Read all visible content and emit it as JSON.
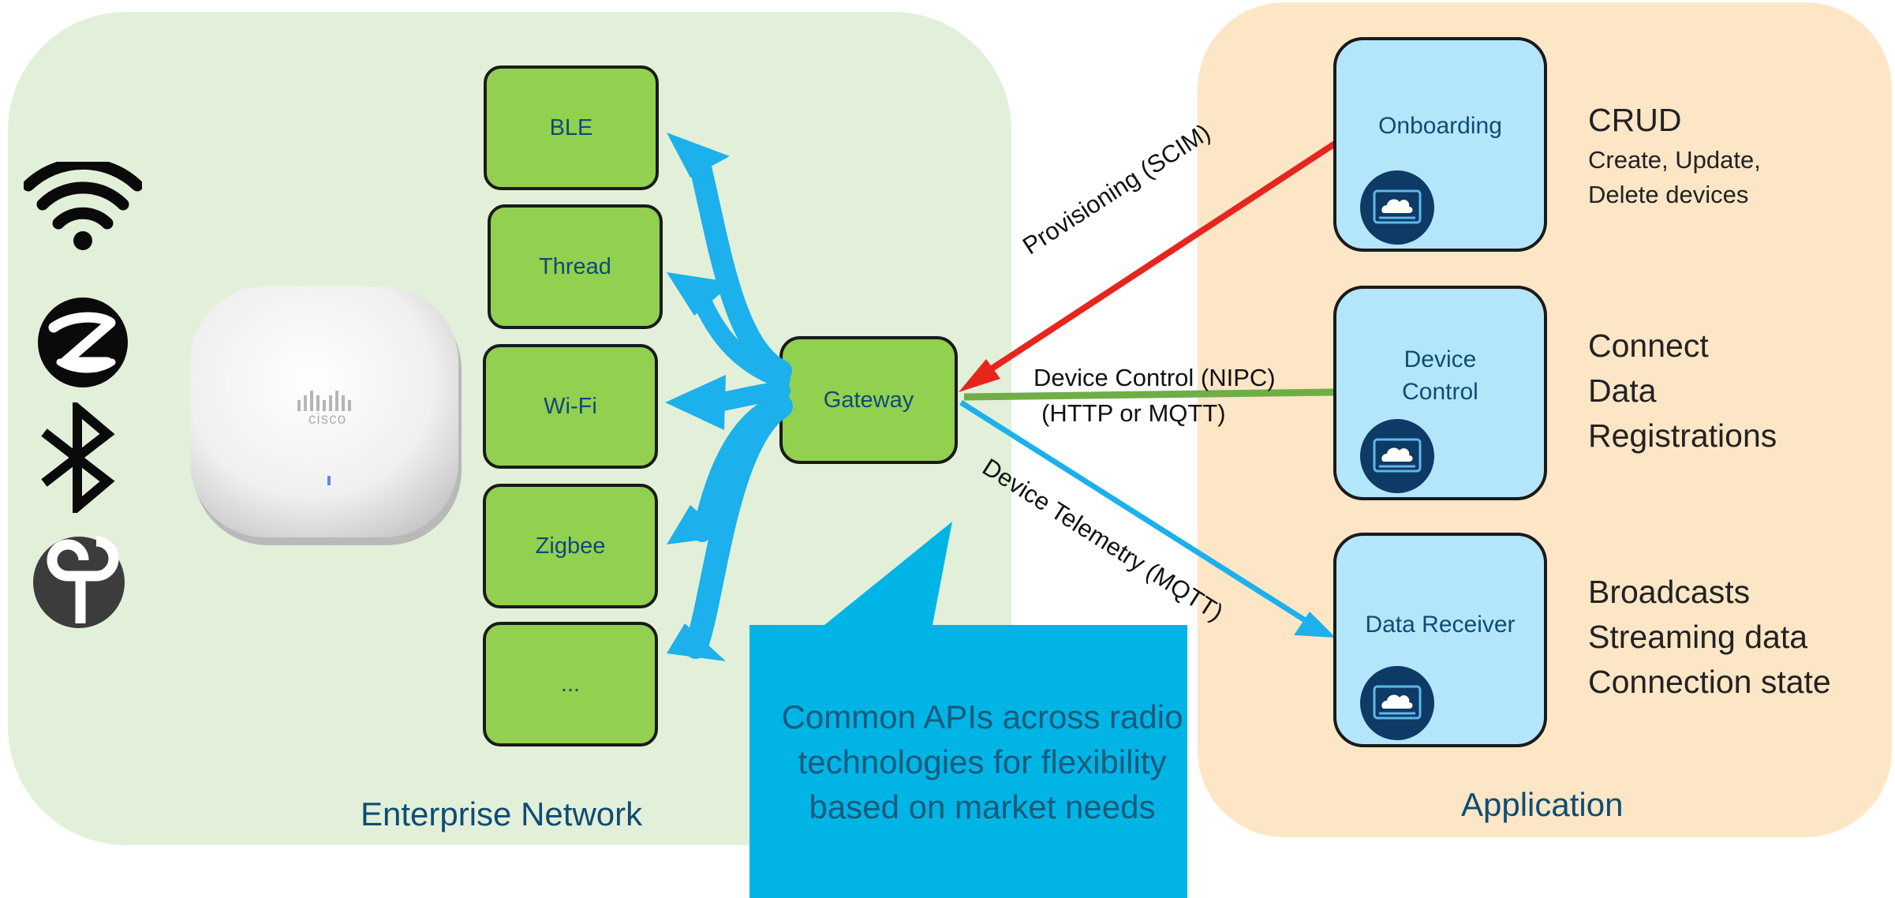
{
  "radios": [
    "BLE",
    "Thread",
    "Wi-Fi",
    "Zigbee",
    "..."
  ],
  "gateway": "Gateway",
  "apps": {
    "onboarding": [
      "Onboarding"
    ],
    "device_control": [
      "Device",
      "Control"
    ],
    "data_receiver": [
      "Data Receiver"
    ]
  },
  "side_texts": {
    "onboarding": [
      "CRUD",
      "Create, Update,",
      "Delete devices"
    ],
    "device_control": [
      "Connect",
      "Data",
      "Registrations"
    ],
    "data_receiver": [
      "Broadcasts",
      "Streaming data",
      "Connection state"
    ]
  },
  "connections": {
    "provisioning": "Provisioning (SCIM)",
    "control_line1": "Device Control (NIPC)",
    "control_line2": "(HTTP or MQTT)",
    "telemetry": "Device Telemetry (MQTT)"
  },
  "callout": [
    "Common APIs across radio",
    "technologies  for flexibility",
    "based on market needs"
  ],
  "titles": {
    "enterprise": "Enterprise Network",
    "application": "Application"
  },
  "access_point": {
    "brand": "cisco"
  },
  "icons": [
    "wifi-icon",
    "zwave-icon",
    "bluetooth-icon",
    "thread-icon",
    "cloud-icon"
  ],
  "colors": {
    "enterprise_bg": "#e2f0d9",
    "application_bg": "#fce6c6",
    "radio_fill": "#92d050",
    "app_fill": "#b4e6fb",
    "callout_fill": "#00b4e6",
    "provisioning": "#e8251d",
    "control": "#70ad47",
    "telemetry": "#1cb0ec"
  }
}
